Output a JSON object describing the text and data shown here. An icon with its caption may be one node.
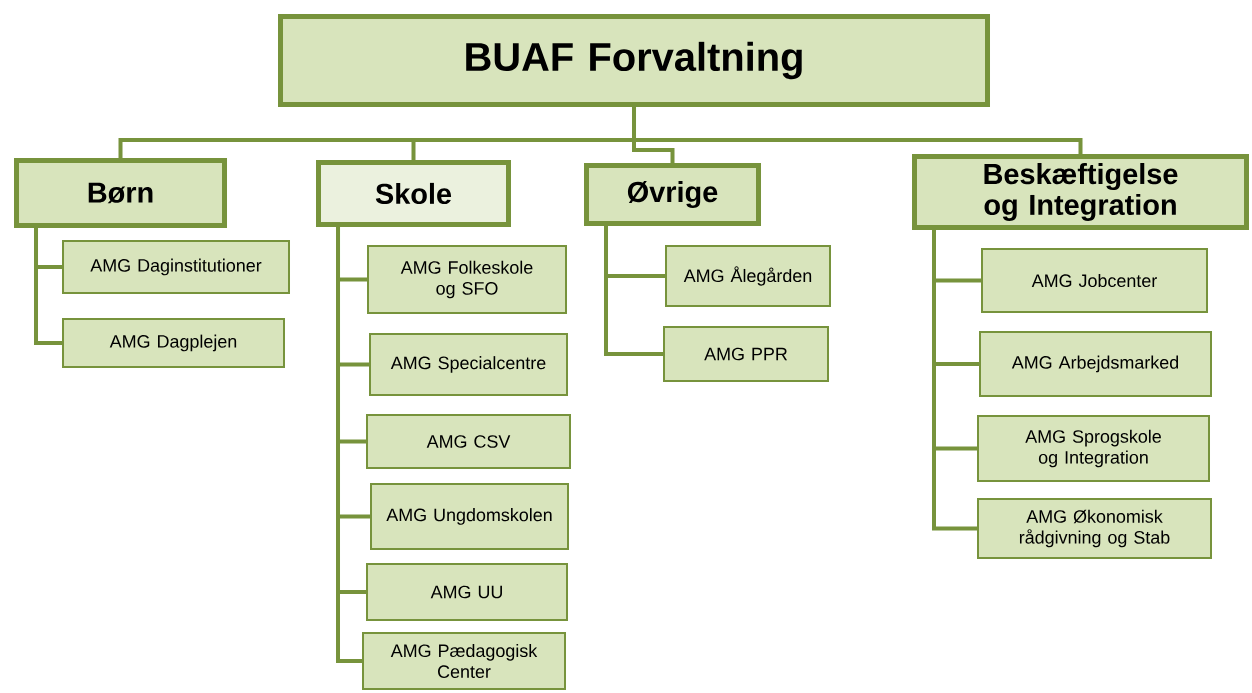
{
  "diagram": {
    "nodes": [
      {
        "text": [
          "BUAF Forvaltning"
        ]
      },
      {
        "text": [
          "Børn"
        ]
      },
      {
        "text": [
          "AMG Daginstitutioner"
        ]
      },
      {
        "text": [
          "AMG Dagplejen"
        ]
      },
      {
        "text": [
          "Skole"
        ]
      },
      {
        "text": [
          "AMG Folkeskole og SFO"
        ]
      },
      {
        "text": [
          "AMG Specialcentre"
        ]
      },
      {
        "text": [
          "AMG CSV"
        ]
      },
      {
        "text": [
          "AMG Ungdomskolen"
        ]
      },
      {
        "text": [
          "AMG UU"
        ]
      },
      {
        "text": [
          "AMG Pædagogisk Center"
        ]
      },
      {
        "text": [
          "Øvrige"
        ]
      },
      {
        "text": [
          "AMG Ålegården"
        ]
      },
      {
        "text": [
          "AMG PPR"
        ]
      },
      {
        "text": [
          "Beskæftigelse og Integration"
        ]
      },
      {
        "text": [
          "AMG Jobcenter"
        ]
      },
      {
        "text": [
          "AMG Arbejdsmarked"
        ]
      },
      {
        "text": [
          "AMG Sprogskole og Integration"
        ]
      },
      {
        "text": [
          "AMG Økonomisk rådgivning og Stab"
        ]
      }
    ],
    "edges": [
      {
        "from": 0,
        "to": 1,
        "arrow": "none"
      },
      {
        "from": 0,
        "to": 4,
        "arrow": "none"
      },
      {
        "from": 0,
        "to": 11,
        "arrow": "none"
      },
      {
        "from": 0,
        "to": 14,
        "arrow": "none"
      },
      {
        "from": 1,
        "to": 2,
        "arrow": "none"
      },
      {
        "from": 1,
        "to": 3,
        "arrow": "none"
      },
      {
        "from": 4,
        "to": 5,
        "arrow": "none"
      },
      {
        "from": 4,
        "to": 6,
        "arrow": "none"
      },
      {
        "from": 4,
        "to": 7,
        "arrow": "none"
      },
      {
        "from": 4,
        "to": 8,
        "arrow": "none"
      },
      {
        "from": 4,
        "to": 9,
        "arrow": "none"
      },
      {
        "from": 4,
        "to": 10,
        "arrow": "none"
      },
      {
        "from": 11,
        "to": 12,
        "arrow": "none"
      },
      {
        "from": 11,
        "to": 13,
        "arrow": "none"
      },
      {
        "from": 14,
        "to": 15,
        "arrow": "none"
      },
      {
        "from": 14,
        "to": 16,
        "arrow": "none"
      },
      {
        "from": 14,
        "to": 17,
        "arrow": "none"
      },
      {
        "from": 14,
        "to": 18,
        "arrow": "none"
      }
    ]
  }
}
